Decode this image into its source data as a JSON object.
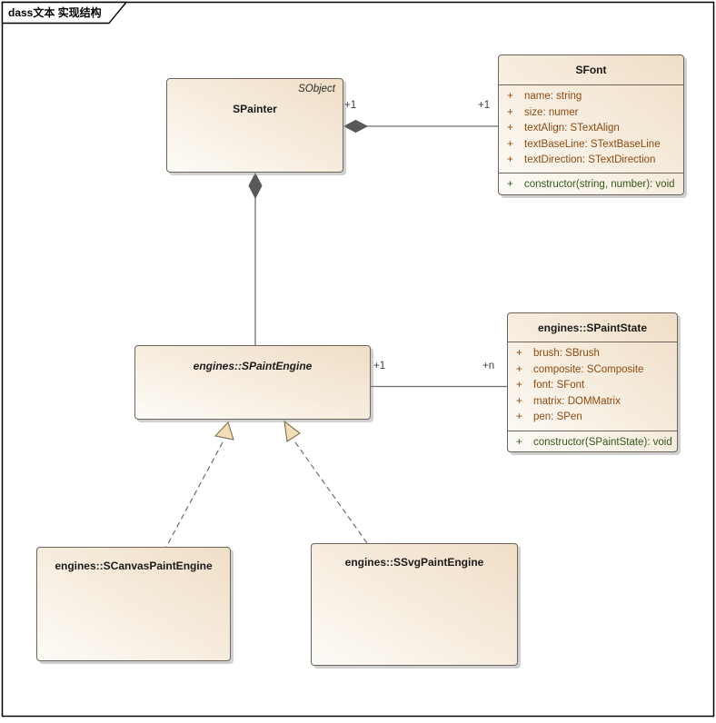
{
  "frame": {
    "label": "dass文本 实现结构"
  },
  "classes": {
    "spainter": {
      "name": "SPainter",
      "stereotype": "SObject"
    },
    "sfont": {
      "name": "SFont",
      "attributes": [
        {
          "vis": "+",
          "text": "name: string"
        },
        {
          "vis": "+",
          "text": "size: numer"
        },
        {
          "vis": "+",
          "text": "textAlign: STextAlign"
        },
        {
          "vis": "+",
          "text": "textBaseLine: STextBaseLine"
        },
        {
          "vis": "+",
          "text": "textDirection: STextDirection"
        }
      ],
      "operations": [
        {
          "vis": "+",
          "text": "constructor(string, number): void"
        }
      ]
    },
    "spaintengine": {
      "name": "engines::SPaintEngine",
      "abstract": true
    },
    "spaintstate": {
      "name": "engines::SPaintState",
      "attributes": [
        {
          "vis": "+",
          "text": "brush: SBrush"
        },
        {
          "vis": "+",
          "text": "composite: SComposite"
        },
        {
          "vis": "+",
          "text": "font: SFont"
        },
        {
          "vis": "+",
          "text": "matrix: DOMMatrix"
        },
        {
          "vis": "+",
          "text": "pen: SPen"
        }
      ],
      "operations": [
        {
          "vis": "+",
          "text": "constructor(SPaintState): void"
        }
      ]
    },
    "scanvaspaintengine": {
      "name": "engines::SCanvasPaintEngine"
    },
    "ssvgpaintengine": {
      "name": "engines::SSvgPaintEngine"
    }
  },
  "connectors": {
    "spainter_sfont": {
      "type": "composition",
      "source_mult": "+1",
      "target_mult": "+1"
    },
    "spainter_spaintengine": {
      "type": "composition"
    },
    "spaintengine_spaintstate": {
      "type": "association",
      "source_mult": "+1",
      "target_mult": "+n"
    },
    "scanvas_realizes_spaintengine": {
      "type": "realization"
    },
    "ssvg_realizes_spaintengine": {
      "type": "realization"
    }
  },
  "colors": {
    "box_fill_light": "#fdfbf7",
    "box_fill_dark": "#f0dec6",
    "box_border": "#6b655c",
    "attribute_text": "#8e4a10",
    "operation_text": "#33581a",
    "connector_line": "#6e6e6e",
    "diamond_fill": "#595959",
    "triangle_fill": "#f4dfb5",
    "triangle_stroke": "#84775a",
    "multiplicity_text": "#3c3c46"
  }
}
